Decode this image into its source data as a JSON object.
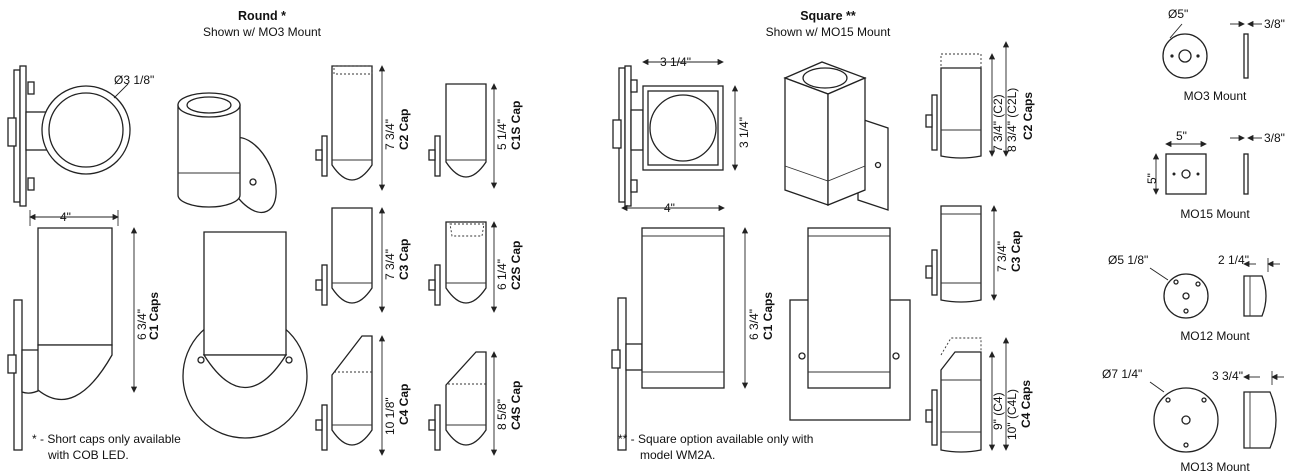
{
  "round": {
    "title": "Round *",
    "subtitle": "Shown w/ MO3 Mount",
    "dia_label": "Ø3 1/8\"",
    "width_label": "4\"",
    "c1_dim": "6 3/4\"",
    "c1_label": "C1 Caps",
    "c2_dim": "7 3/4\"",
    "c2_label": "C2 Cap",
    "c1s_dim": "5 1/4\"",
    "c1s_label": "C1S Cap",
    "c3_dim": "7 3/4\"",
    "c3_label": "C3 Cap",
    "c2s_dim": "6 1/4\"",
    "c2s_label": "C2S Cap",
    "c4_dim": "10 1/8\"",
    "c4_label": "C4 Cap",
    "c4s_dim": "8 5/8\"",
    "c4s_label": "C4S Cap",
    "note_line1": "* - Short caps only available",
    "note_line2": "with COB LED."
  },
  "square": {
    "title": "Square **",
    "subtitle": "Shown w/ MO15 Mount",
    "top_width": "3 1/4\"",
    "side_height": "3 1/4\"",
    "width_label": "4\"",
    "c1_dim": "6 3/4\"",
    "c1_label": "C1 Caps",
    "c2_dim1": "7 3/4\" (C2)",
    "c2_dim2": "8 3/4\" (C2L)",
    "c2_label": "C2 Caps",
    "c3_dim": "7 3/4\"",
    "c3_label": "C3 Cap",
    "c4_dim1": "9\" (C4)",
    "c4_dim2": "10\" (C4L)",
    "c4_label": "C4 Caps",
    "note_line1": "** - Square option available only with",
    "note_line2": "model WM2A."
  },
  "mounts": {
    "mo3_dia": "Ø5\"",
    "mo3_thick": "3/8\"",
    "mo3_label": "MO3 Mount",
    "mo15_width": "5\"",
    "mo15_height": "5\"",
    "mo15_thick": "3/8\"",
    "mo15_label": "MO15 Mount",
    "mo12_dia": "Ø5 1/8\"",
    "mo12_depth": "2 1/4\"",
    "mo12_label": "MO12 Mount",
    "mo13_dia": "Ø7 1/4\"",
    "mo13_depth": "3 3/4\"",
    "mo13_label": "MO13 Mount"
  }
}
